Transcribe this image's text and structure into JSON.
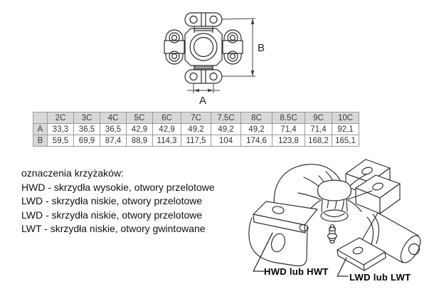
{
  "top_drawing": {
    "dim_a_label": "A",
    "dim_b_label": "B"
  },
  "table": {
    "col_headers": [
      "2C",
      "3C",
      "4C",
      "5C",
      "6C",
      "7C",
      "7.5C",
      "8C",
      "8.5C",
      "9C",
      "10C"
    ],
    "rows": [
      {
        "label": "A",
        "values": [
          "33,3",
          "36,5",
          "36,5",
          "42,9",
          "42,9",
          "49,2",
          "49,2",
          "49,2",
          "71,4",
          "71,4",
          "92,1"
        ]
      },
      {
        "label": "B",
        "values": [
          "59,5",
          "69,9",
          "87,4",
          "88,9",
          "114,3",
          "117,5",
          "104",
          "174,6",
          "123,8",
          "168,2",
          "165,1"
        ]
      }
    ]
  },
  "legend": {
    "title": "oznaczenia krzyżaków:",
    "lines": [
      "HWD - skrzydła wysokie, otwory przelotowe",
      "LWD - skrzydła niskie, otwory przelotowe",
      "LWD - skrzydła niskie, otwory przelotowe",
      "LWT - skrzydła niskie, otwory gwintowane"
    ]
  },
  "iso_drawing": {
    "label_left": "HWD lub HWT",
    "label_right": "LWD lub LWT"
  },
  "colors": {
    "line": "#2b2b2b",
    "table_header_bg": "#d8d8d8",
    "table_border_outer": "#3a3a3a",
    "table_border_inner": "#9a9a9a"
  }
}
